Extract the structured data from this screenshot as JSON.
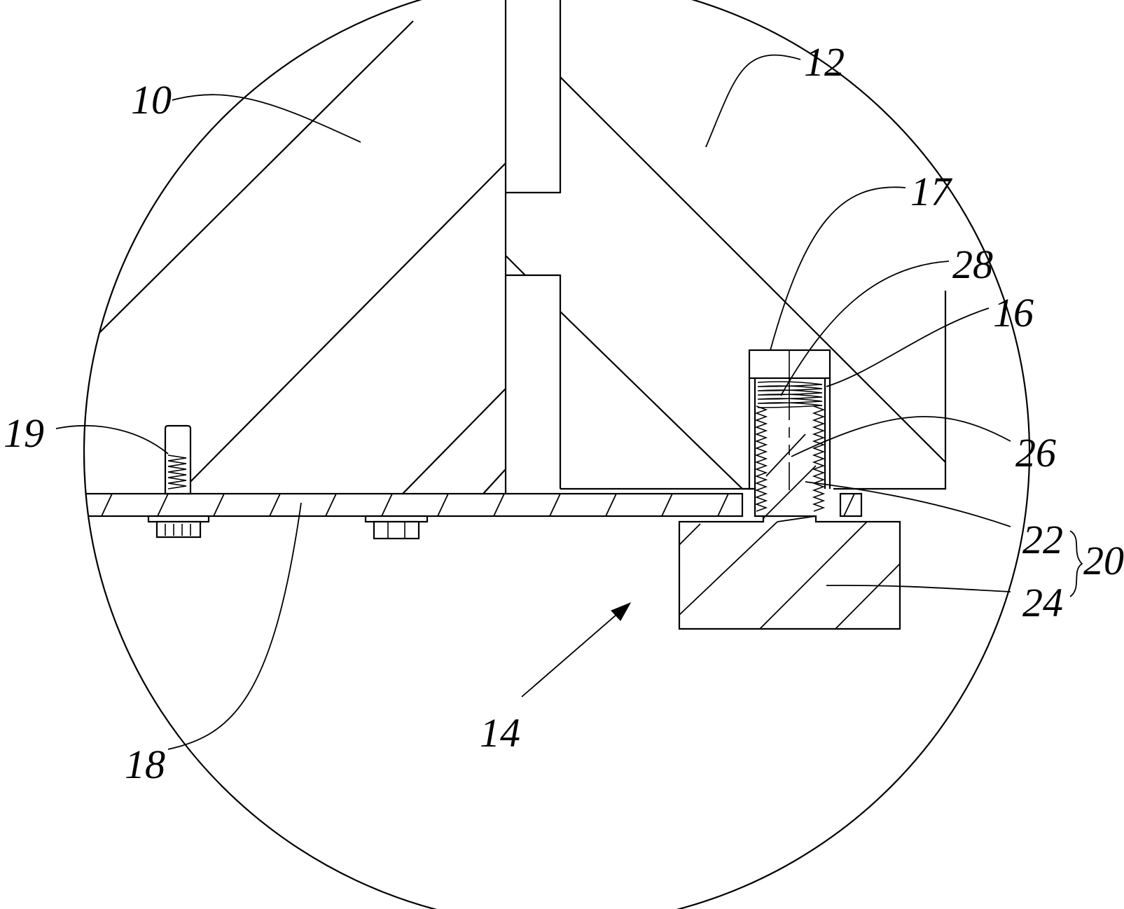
{
  "figure": {
    "labels": {
      "part_10": "10",
      "part_12": "12",
      "part_17": "17",
      "part_28": "28",
      "part_16": "16",
      "part_19": "19",
      "part_26": "26",
      "part_22": "22",
      "part_20": "20",
      "part_24": "24",
      "part_14": "14",
      "part_18": "18"
    }
  }
}
